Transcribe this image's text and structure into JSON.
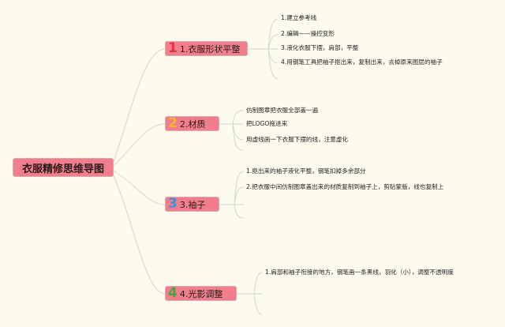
{
  "colors": {
    "background": "#fdfbee",
    "node_fill": "#f07e8c",
    "line": "#cfd9c9"
  },
  "root": {
    "label": "衣服精修思维导图"
  },
  "branches": [
    {
      "number": "1",
      "number_color": "#e2343e",
      "label": "1.衣服形状平整",
      "items": [
        "1.建立参考线",
        "2.编辑——操控变形",
        "3.液化衣服下摆，肩部，平整",
        "4.用钢笔工具把袖子抠出来，复制出来，去掉原来图层的袖子"
      ]
    },
    {
      "number": "2",
      "number_color": "#f4b52f",
      "label": "2.材质",
      "items": [
        "仿制图章把衣服全部盖一遍",
        "把LOGO拖进来",
        "用虚线画一下衣服下摆的线，注意虚化"
      ]
    },
    {
      "number": "3",
      "number_color": "#3f8fd8",
      "label": "3.袖子",
      "items": [
        "1.抠出来的袖子液化平整，钢笔扣掉多余部分",
        "2.把衣服中间仿制图章盖出来的材质复制到袖子上，剪贴蒙版，线也复制上"
      ]
    },
    {
      "number": "4",
      "number_color": "#45a63c",
      "label": "4.光影调整",
      "items": [
        "1.肩部和袖子衔接的地方，钢笔画一条黑线，羽化（小），调整不透明度"
      ]
    }
  ]
}
